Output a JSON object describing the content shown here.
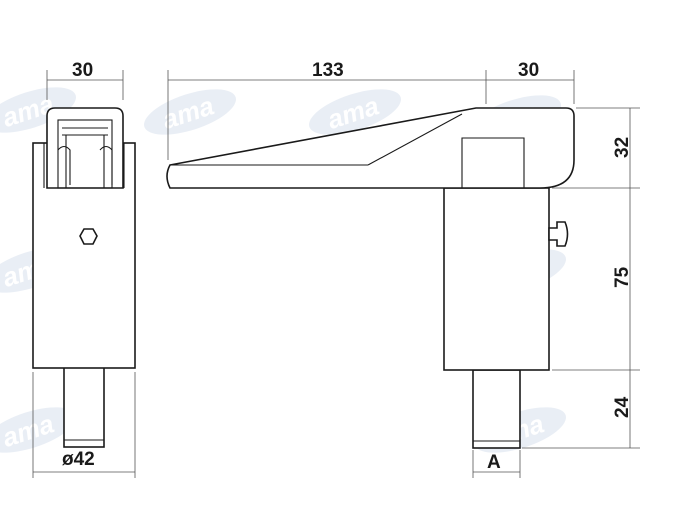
{
  "dimensions": {
    "left_width": "30",
    "handle_length": "133",
    "right_width": "30",
    "head_height": "32",
    "body_height": "75",
    "pin_height": "24",
    "pin_diameter": "ø42",
    "view_label": "A"
  },
  "watermark": {
    "text": "ama"
  },
  "colors": {
    "line": "#1a1a1a",
    "watermark": "#d7e0ec"
  }
}
